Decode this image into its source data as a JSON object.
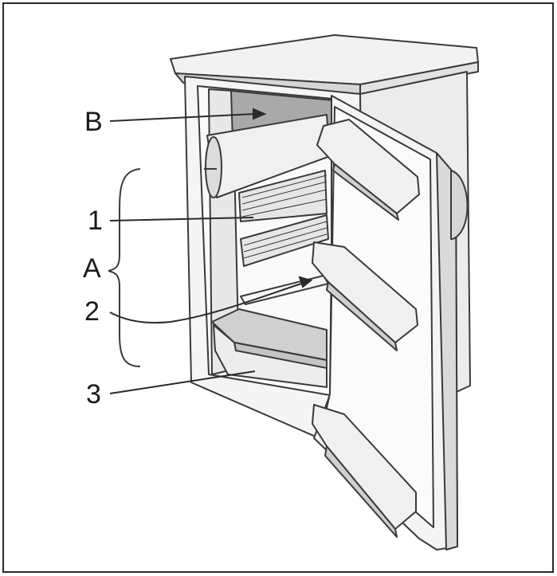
{
  "labels": {
    "freezer": "B",
    "shelf": "1",
    "compartment": "A",
    "glass_shelf": "2",
    "crisper": "3"
  },
  "colors": {
    "border": "#2a2a2a",
    "line": "#3a3a3a",
    "fill_light": "#f2f2f2",
    "fill_mid": "#d6d6d6",
    "fill_dark": "#a9a9a9"
  }
}
